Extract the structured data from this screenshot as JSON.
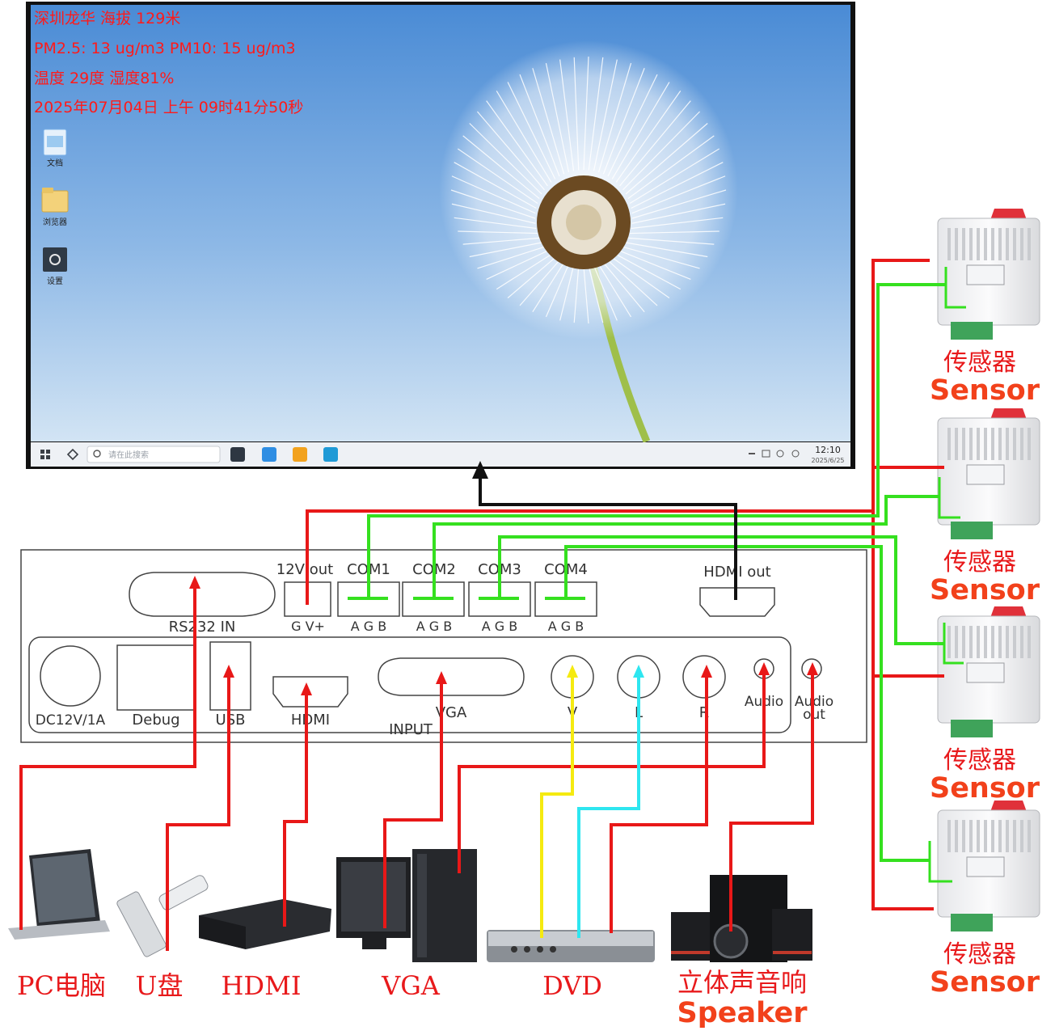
{
  "screen": {
    "overlay_lines": [
      "深圳龙华 海拔 129米",
      "PM2.5: 13 ug/m3 PM10: 15 ug/m3",
      "温度 29度 湿度81%",
      "2025年07月04日 上午 09时41分50秒"
    ],
    "desktop_icons": [
      "文档",
      "浏览器",
      "设置"
    ],
    "taskbar": {
      "search_placeholder": "请在此搜索",
      "clock_time": "12:10",
      "clock_date": "2025/6/25"
    }
  },
  "panel": {
    "top_ports": {
      "rs232": "RS232 IN",
      "power_out": "12V out",
      "power_pins": "G  V+",
      "com_ports": [
        "COM1",
        "COM2",
        "COM3",
        "COM4"
      ],
      "com_pins": "A  G  B",
      "hdmi_out": "HDMI out"
    },
    "bottom_ports": {
      "dc": "DC12V/1A",
      "debug": "Debug",
      "usb": "USB",
      "hdmi": "HDMI",
      "vga": "VGA",
      "video": "V",
      "left": "L",
      "right": "R",
      "audio_in": "Audio",
      "audio_out_1": "Audio",
      "audio_out_2": "out",
      "input": "INPUT"
    }
  },
  "devices": {
    "pc": "PC电脑",
    "usb_disk": "U盘",
    "hdmi": "HDMI",
    "vga": "VGA",
    "dvd": "DVD",
    "speaker_cn": "立体声音响",
    "speaker_en": "Speaker"
  },
  "sensors": [
    {
      "cn": "传感器",
      "en": "Sensor"
    },
    {
      "cn": "传感器",
      "en": "Sensor"
    },
    {
      "cn": "传感器",
      "en": "Sensor"
    },
    {
      "cn": "传感器",
      "en": "Sensor"
    }
  ],
  "colors": {
    "power_wire": "#e81818",
    "data_wire": "#35e01f",
    "video_wire": "#f5ea10",
    "audio_l_wire": "#2ee6f0",
    "hdmi_out_wire": "#111111",
    "label_red": "#e8191b",
    "sky_top": "#4e8ed6",
    "sky_bottom": "#c9def2"
  }
}
